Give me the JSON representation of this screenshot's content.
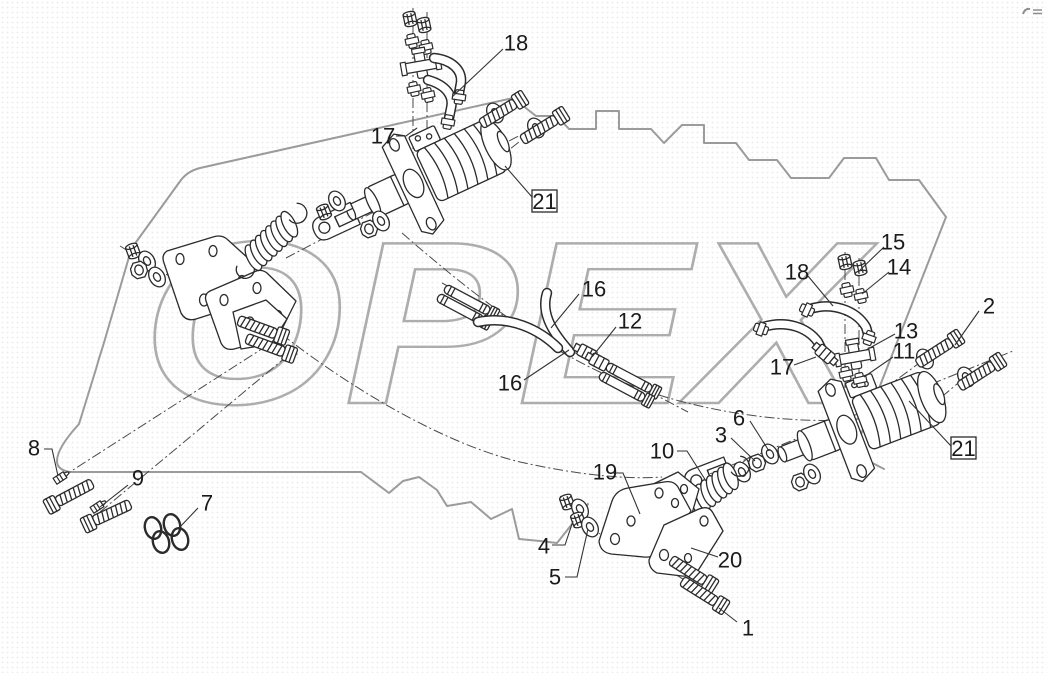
{
  "watermark": {
    "text": "OPEX"
  },
  "part_labels": [
    "18",
    "17",
    "21",
    "16",
    "12",
    "15",
    "14",
    "18",
    "2",
    "13",
    "11",
    "17",
    "16",
    "21",
    "6",
    "3",
    "10",
    "19",
    "4",
    "5",
    "20",
    "1",
    "8",
    "9",
    "7"
  ],
  "colors": {
    "ink": "#2b2b2b",
    "machine_outline": "#9b9b9b",
    "watermark": "#adadad",
    "label_text": "#1a1a1a",
    "background": "#ffffff"
  }
}
